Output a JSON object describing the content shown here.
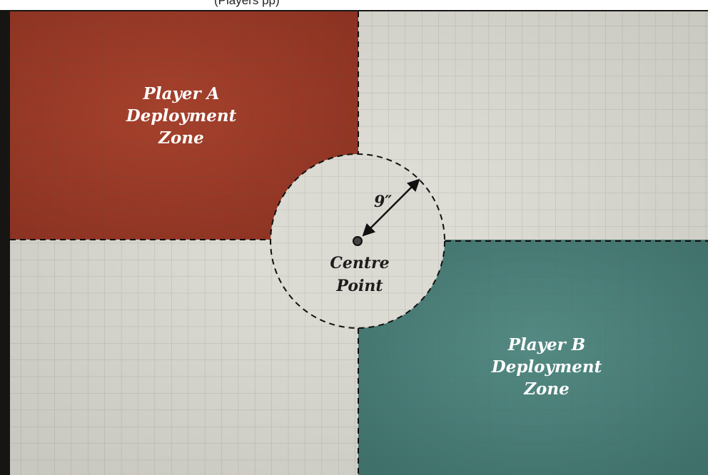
{
  "caption": "(Players pp)",
  "player_a": {
    "line1": "Player A",
    "line2": "Deployment",
    "line3": "Zone",
    "color": "#9c3a28"
  },
  "player_b": {
    "line1": "Player B",
    "line2": "Deployment",
    "line3": "Zone",
    "color": "#4b7e78"
  },
  "neutral_color": "#d8d7d0",
  "centre": {
    "line1": "Centre",
    "line2": "Point"
  },
  "radius_label": "9″"
}
